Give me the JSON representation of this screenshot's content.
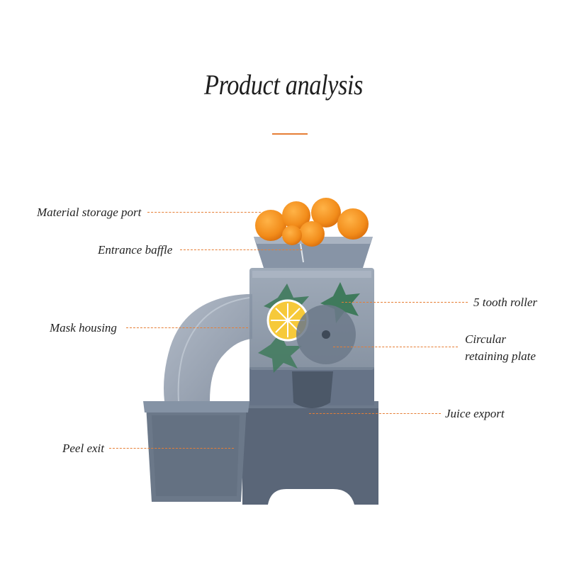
{
  "title": "Product analysis",
  "labels": {
    "material_storage_port": "Material storage port",
    "entrance_baffle": "Entrance baffle",
    "mask_housing": "Mask housing",
    "peel_exit": "Peel exit",
    "tooth_roller": "5 tooth roller",
    "retaining_plate_line1": "Circular",
    "retaining_plate_line2": "retaining plate",
    "juice_export": "Juice export"
  },
  "colors": {
    "accent": "#e67e35",
    "housing": "#6f7c8f",
    "housing_dark": "#4f5b6c",
    "transparent_panel": "#98a4b4",
    "orange_fruit": "#f28c1a",
    "roller_green": "#3f7a5c",
    "lemon": "#f6c93a"
  }
}
